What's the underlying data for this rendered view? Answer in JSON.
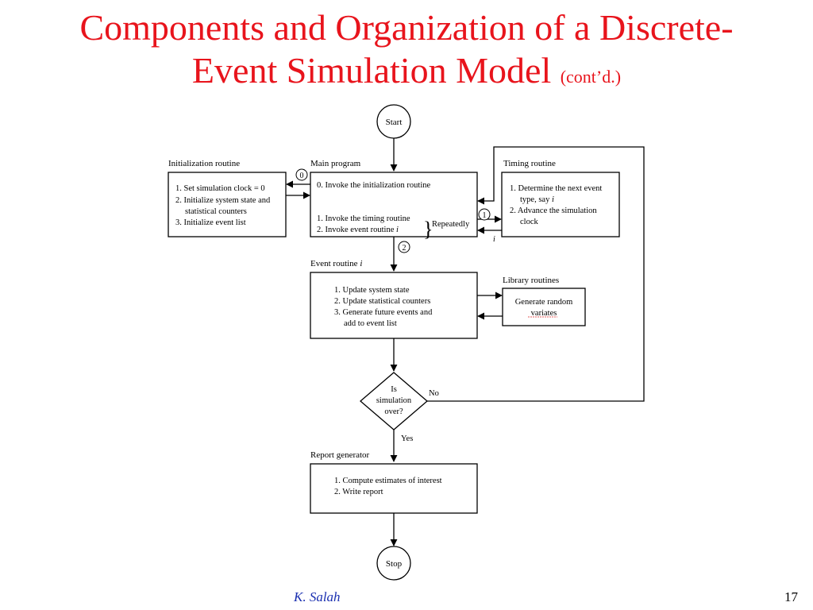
{
  "slide": {
    "title_line1": "Components and Organization of a Discrete-",
    "title_line2": "Event Simulation Model",
    "title_suffix": "(cont’d.)",
    "author": "K. Salah",
    "page_number": "17"
  },
  "diagram": {
    "start": "Start",
    "stop": "Stop",
    "init": {
      "label": "Initialization routine",
      "lines": [
        "1. Set simulation clock = 0",
        "2. Initialize system state and",
        "statistical counters",
        "3. Initialize event list"
      ]
    },
    "main": {
      "label": "Main program",
      "line0": "0. Invoke the initialization routine",
      "line1": "1. Invoke the timing routine",
      "line2_prefix": "2. Invoke event routine",
      "line2_var": "i",
      "repeatedly": "Repeatedly"
    },
    "timing": {
      "label": "Timing routine",
      "line1": "1. Determine the next event",
      "line2_prefix": "type, say",
      "line2_var": "i",
      "line3": "2. Advance the simulation",
      "line4": "clock",
      "return_var": "i"
    },
    "event": {
      "label_prefix": "Event routine",
      "label_var": "i",
      "lines": [
        "1. Update system state",
        "2. Update statistical counters",
        "3. Generate future events and",
        "add to event list"
      ]
    },
    "library": {
      "label": "Library routines",
      "line1": "Generate random",
      "line2": "variates"
    },
    "decision": {
      "line1": "Is",
      "line2": "simulation",
      "line3": "over?",
      "no": "No",
      "yes": "Yes"
    },
    "report": {
      "label": "Report generator",
      "lines": [
        "1. Compute estimates of interest",
        "2. Write report"
      ]
    },
    "step_markers": [
      "0",
      "1",
      "2"
    ]
  }
}
